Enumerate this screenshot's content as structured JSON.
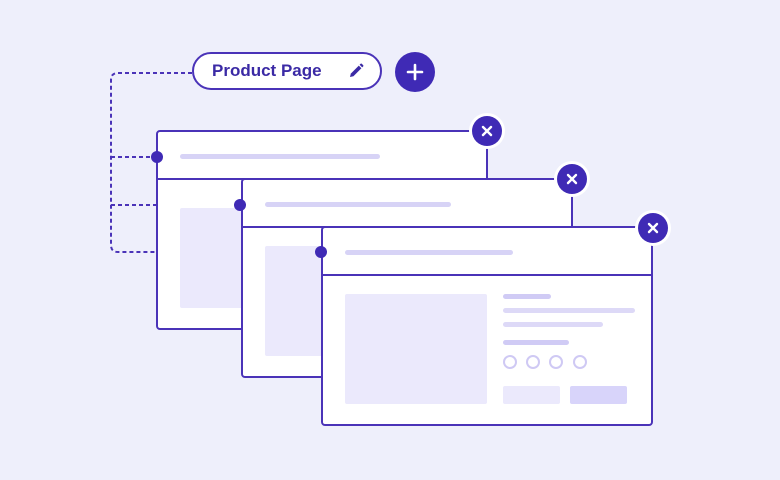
{
  "tab": {
    "label": "Product Page",
    "edit_icon": "pencil-icon",
    "add_icon": "plus-icon"
  },
  "windows": [
    {
      "id": "window-1",
      "close_icon": "close-icon"
    },
    {
      "id": "window-2",
      "close_icon": "close-icon"
    },
    {
      "id": "window-3",
      "close_icon": "close-icon"
    }
  ],
  "colors": {
    "background": "#eeeffb",
    "accent": "#3f2ab5",
    "outline": "#4a33b8",
    "placeholder": "#ebe9fc",
    "placeholder_line": "#ddd9f7"
  }
}
